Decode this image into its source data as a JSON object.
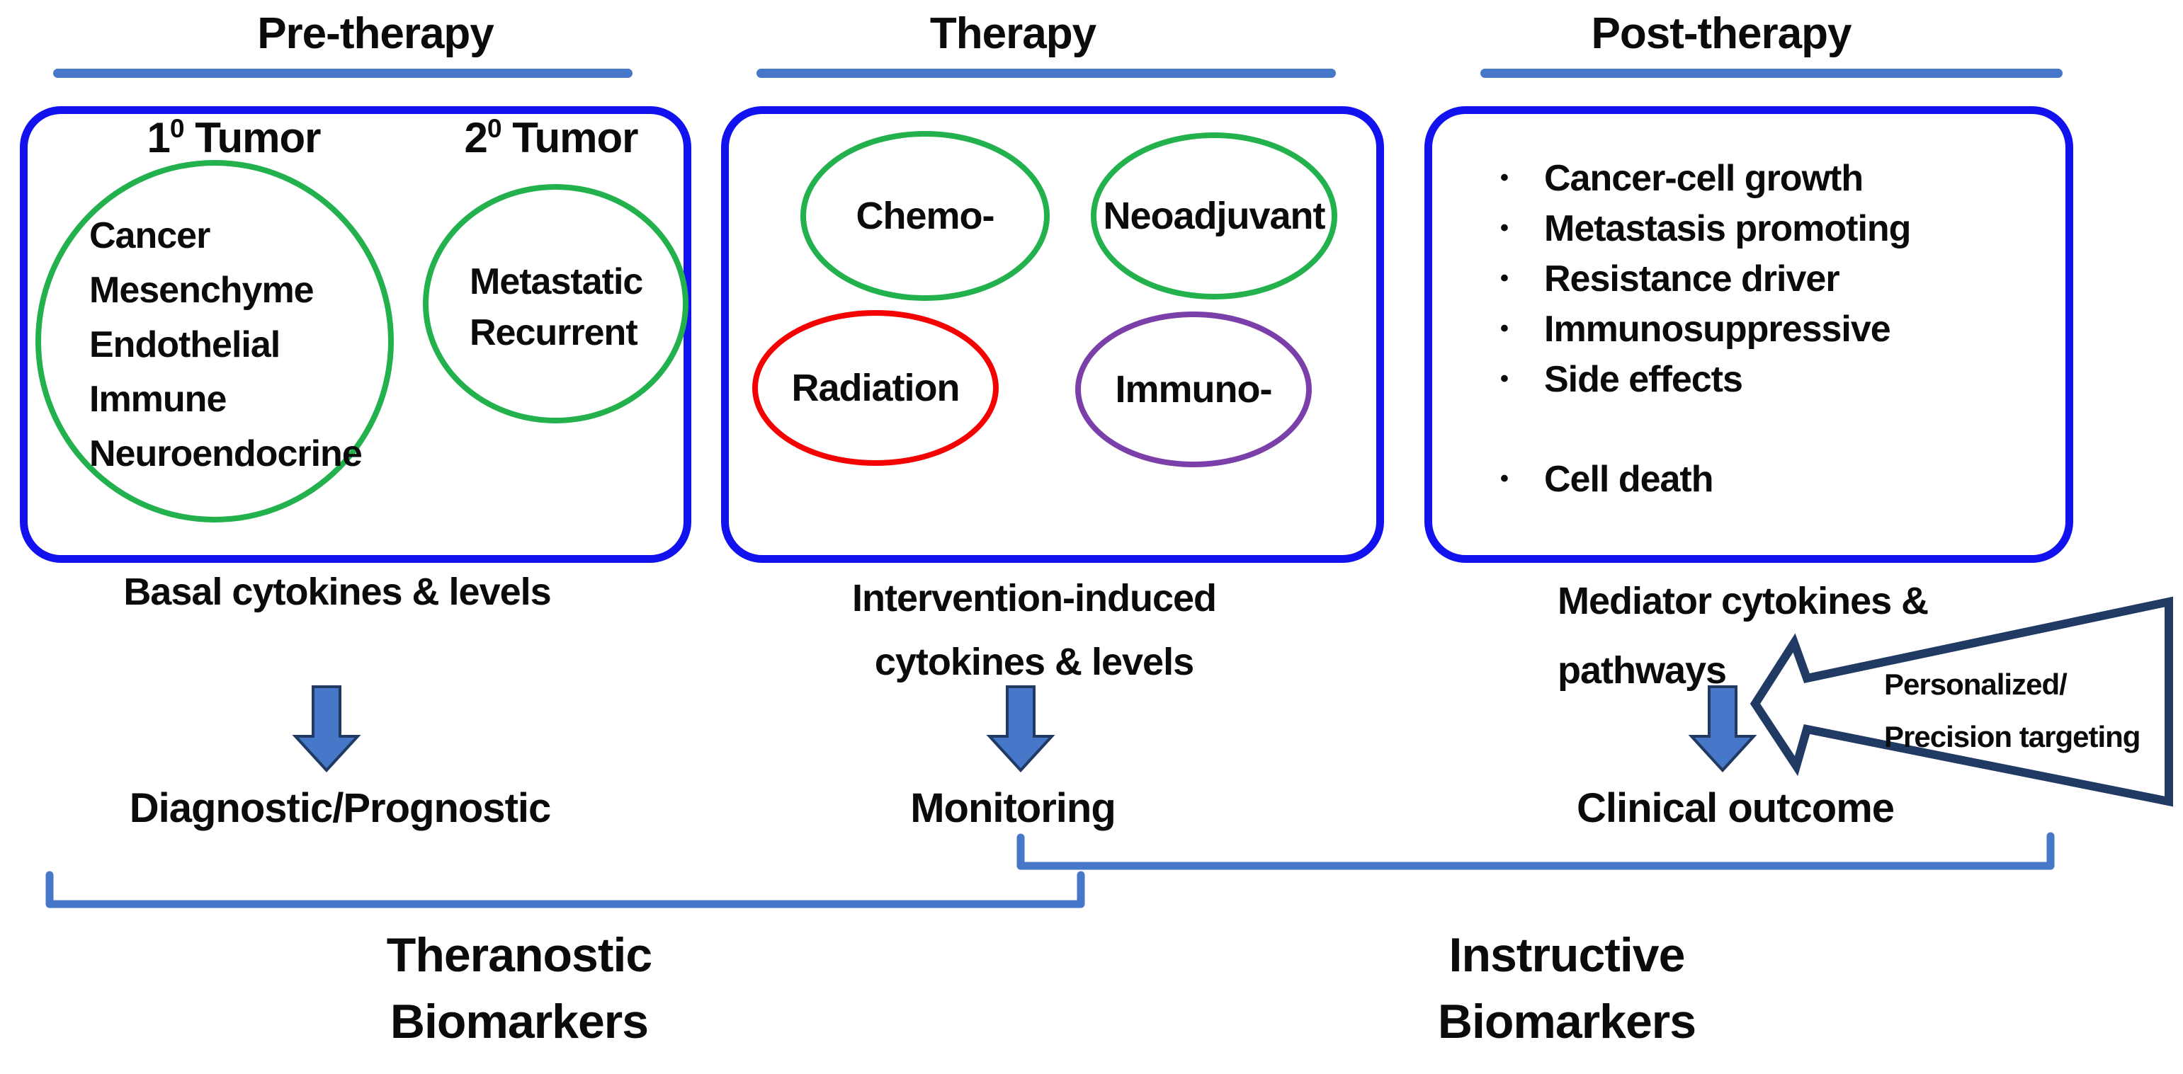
{
  "glyphs": {
    "bullet": "•"
  },
  "colors": {
    "panel_border_blue": "#1212EE",
    "ellipse_green": "#22B14C",
    "ellipse_red": "#F40202",
    "ellipse_purple": "#7B3FA9",
    "steel_blue_accents": "#4777C8",
    "navy_outline": "#203A64",
    "text": "#0b0b0b"
  },
  "pre": {
    "title": "Pre-therapy",
    "tumor1": {
      "num": "1",
      "sup": "0",
      "word": "Tumor"
    },
    "tumor2": {
      "num": "2",
      "sup": "0",
      "word": "Tumor"
    },
    "primary_cells": [
      "Cancer",
      "Mesenchyme",
      "Endothelial",
      "Immune",
      "Neuroendocrine"
    ],
    "secondary_cells": [
      "Metastatic",
      "Recurrent"
    ],
    "sublabel": "Basal cytokines & levels",
    "outcome": "Diagnostic/Prognostic"
  },
  "mid": {
    "title": "Therapy",
    "ellipses": [
      "Chemo-",
      "Neoadjuvant",
      "Radiation",
      "Immuno-"
    ],
    "sublabel_line1": "Intervention-induced",
    "sublabel_line2": "cytokines & levels",
    "outcome": "Monitoring"
  },
  "post": {
    "title": "Post-therapy",
    "bullets": [
      "Cancer-cell growth",
      "Metastasis promoting",
      "Resistance driver",
      "Immunosuppressive",
      "Side effects"
    ],
    "late_bullet": "Cell death",
    "sublabel_line1": "Mediator cytokines &",
    "sublabel_line2": "pathways",
    "outcome": "Clinical outcome"
  },
  "brackets": {
    "theranostic": {
      "line1": "Theranostic",
      "line2": "Biomarkers"
    },
    "instructive": {
      "line1": "Instructive",
      "line2": "Biomarkers"
    }
  },
  "feedback_arrow": {
    "line1": "Personalized/",
    "line2": "Precision targeting"
  }
}
